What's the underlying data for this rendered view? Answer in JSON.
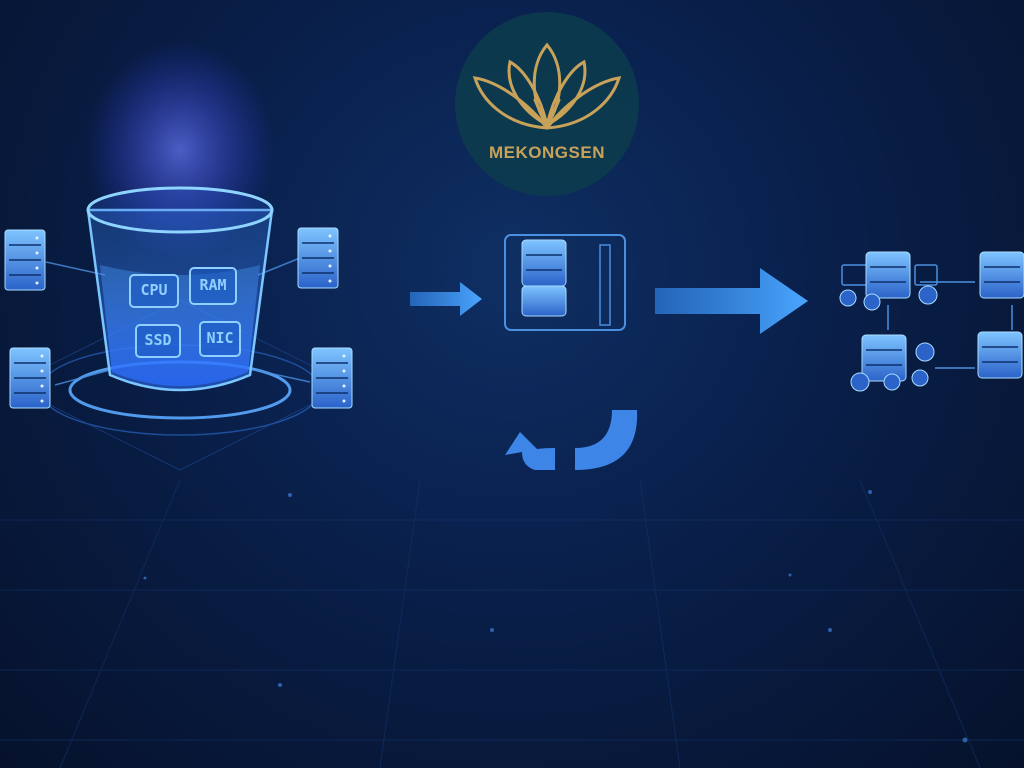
{
  "logo": {
    "text": "MEKONGSEN",
    "colors": {
      "gold": "#c9a25a",
      "circle": "#0d3a4e"
    }
  },
  "bucket": {
    "chips": [
      {
        "label": "CPU",
        "icon": "cpu-chip-icon"
      },
      {
        "label": "RAM",
        "icon": "ram-chip-icon"
      },
      {
        "label": "SSD",
        "icon": "storage-chip-icon"
      },
      {
        "label": "NIC",
        "icon": "network-chip-icon"
      }
    ]
  },
  "icons": {
    "server": "server-rack-icon",
    "arrow_right": "arrow-right-icon",
    "cycle": "cycle-arrows-icon",
    "network": "node-network-icon"
  },
  "colors": {
    "background": "#081a3e",
    "accent": "#3d9bff",
    "glow": "#4b6bff",
    "line": "#5aa8ff"
  }
}
